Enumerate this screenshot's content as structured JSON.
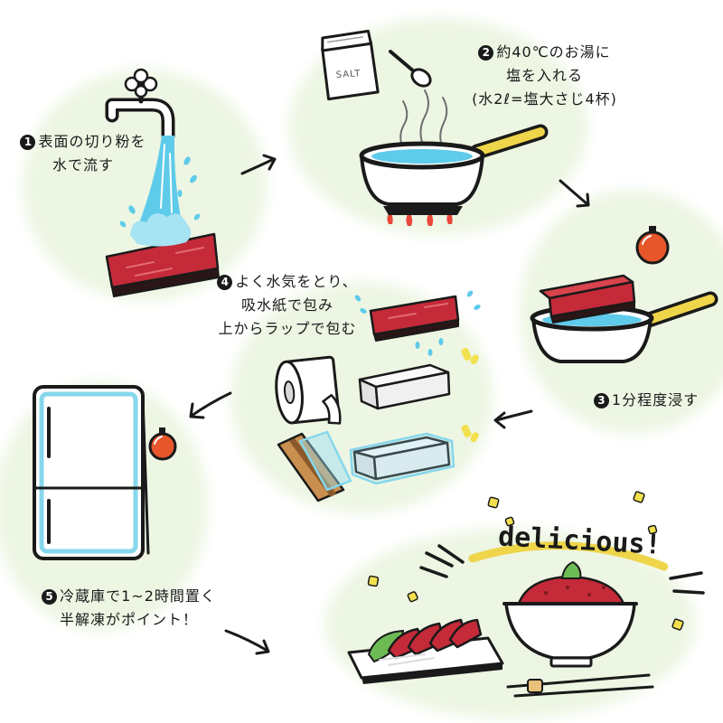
{
  "steps": [
    {
      "number": "1",
      "lines": [
        "表面の切り粉を",
        "水で流す"
      ]
    },
    {
      "number": "2",
      "lines": [
        "約40℃のお湯に",
        "塩を入れる",
        "(水2ℓ=塩大さじ4杯)"
      ]
    },
    {
      "number": "3",
      "lines": [
        "1分程度浸す"
      ]
    },
    {
      "number": "4",
      "lines": [
        "よく水気をとり、",
        "吸水紙で包み",
        "上からラップで包む"
      ]
    },
    {
      "number": "5",
      "lines": [
        "冷蔵庫で1~2時間置く",
        "半解凍がポイント！"
      ]
    }
  ],
  "salt_bag": {
    "label": "SALT"
  },
  "final": {
    "lettering": "delicious!"
  },
  "icons": {
    "step_1": [
      "faucet-icon",
      "water-stream-icon",
      "tuna-block-icon"
    ],
    "step_2": [
      "salt-bag-icon",
      "measuring-spoon-icon",
      "pot-icon",
      "gas-burner-icon"
    ],
    "step_3": [
      "timer-icon",
      "tuna-block-icon",
      "pot-icon"
    ],
    "step_4": [
      "tuna-block-icon",
      "paper-towel-roll-icon",
      "paper-wrapped-tuna-icon",
      "plastic-wrapped-tuna-icon"
    ],
    "step_5": [
      "refrigerator-icon",
      "timer-icon"
    ],
    "final": [
      "sashimi-plate-icon",
      "tuna-rice-bowl-icon",
      "chopsticks-icon"
    ]
  },
  "colors": {
    "background_blob": "#edf6e3",
    "tuna_red": "#c42a38",
    "tuna_light": "#d8434d",
    "tuna_dark": "#2a1616",
    "water_blue": "#5ecbea",
    "splash_blue": "#a6e3f3",
    "handle_yellow": "#eed54a",
    "timer_orange": "#e8572b",
    "flame_red": "#e8473a",
    "fridge_blue": "#86d7ec",
    "sparkle_yellow": "#f2e04e"
  }
}
